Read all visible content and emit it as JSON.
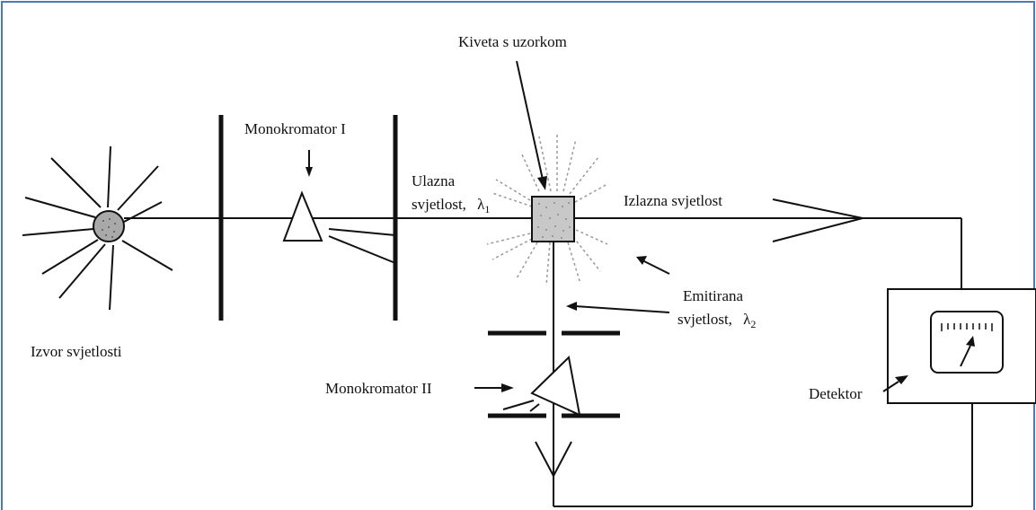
{
  "labels": {
    "sample_cuvette": "Kiveta s uzorkom",
    "monochromator_1": "Monokromator I",
    "incident_light_line1": "Ulazna",
    "incident_light_line2": "svjetlost,",
    "incident_lambda": "λ",
    "incident_lambda_sub": "1",
    "exit_light": "Izlazna svjetlost",
    "emitted_light_line1": "Emitirana",
    "emitted_light_line2": "svjetlost,",
    "emitted_lambda": "λ",
    "emitted_lambda_sub": "2",
    "light_source": "Izvor svjetlosti",
    "monochromator_2": "Monokromator II",
    "detector": "Detektor"
  },
  "colors": {
    "frame_border": "#4a7ab8",
    "line": "#111111",
    "lamp_fill": "#a9a9a9",
    "cuvette_fill": "#c8c8c8",
    "glow_dash": "#9a9a9a"
  }
}
